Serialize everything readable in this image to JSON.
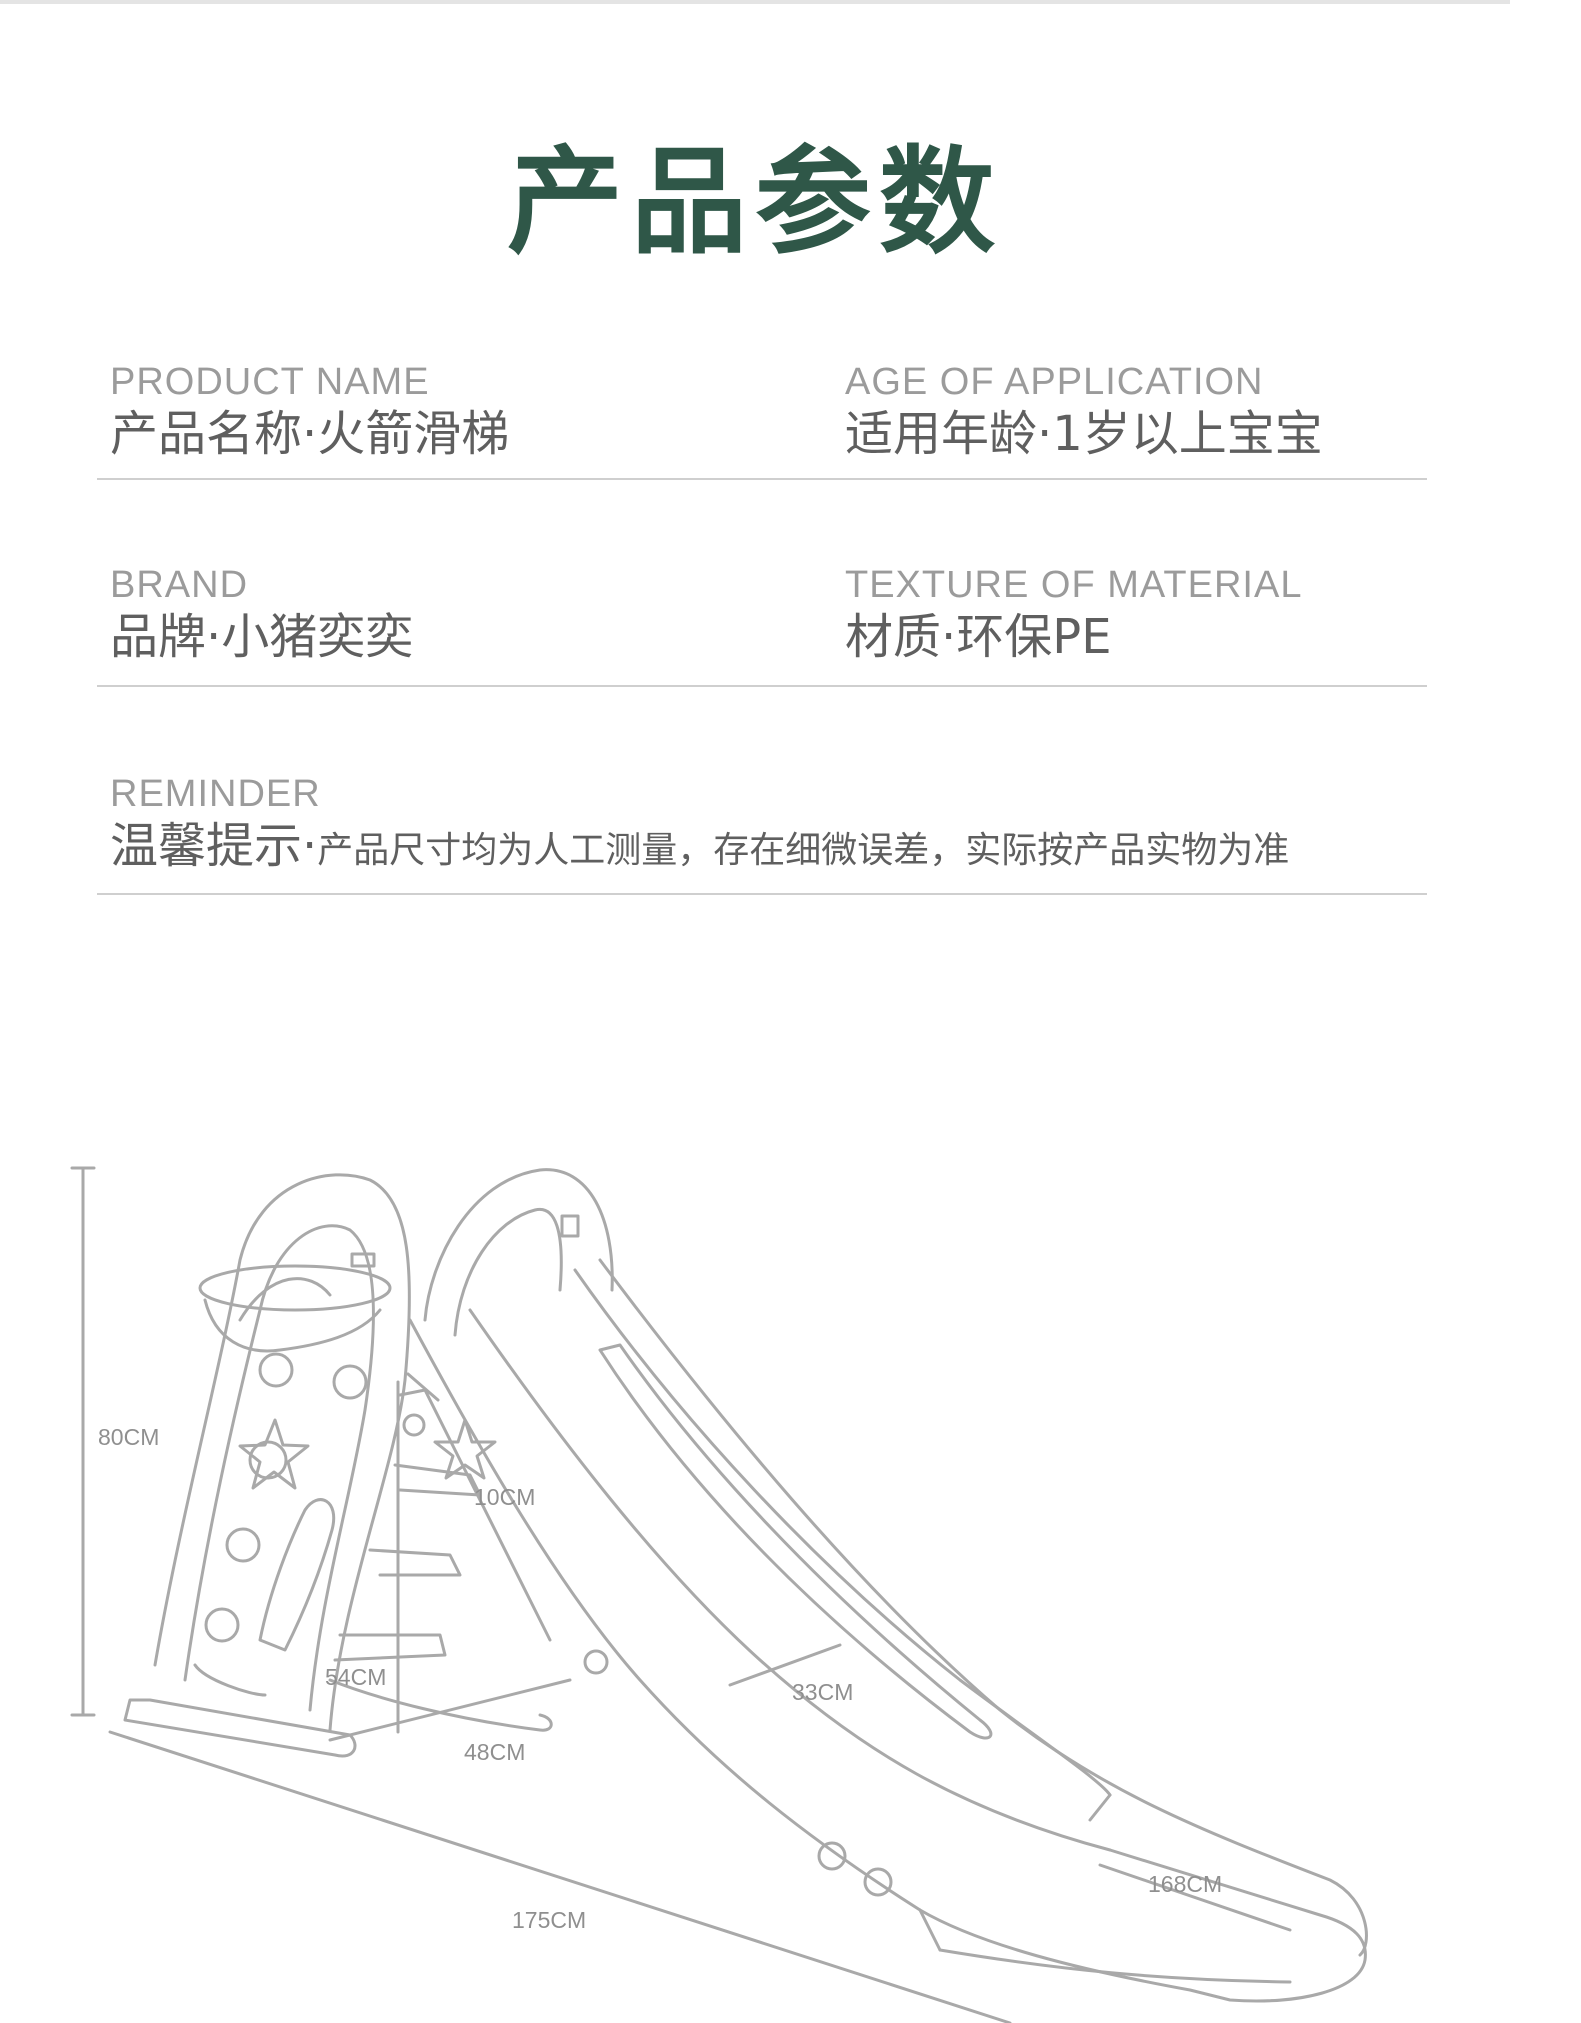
{
  "title": "产品参数",
  "params": [
    {
      "en": "PRODUCT NAME",
      "cn": "产品名称·火箭滑梯"
    },
    {
      "en": "AGE OF APPLICATION",
      "cn": "适用年龄·1岁以上宝宝"
    },
    {
      "en": "BRAND",
      "cn": "品牌·小猪奕奕"
    },
    {
      "en": "TEXTURE OF MATERIAL",
      "cn": "材质·环保PE"
    }
  ],
  "reminder": {
    "en": "REMINDER",
    "cn_label": "温馨提示·",
    "cn_text": "产品尺寸均为人工测量，存在细微误差，实际按产品实物为准"
  },
  "dimensions": {
    "height": "80CM",
    "step": "10CM",
    "depth": "54CM",
    "base_width": "48CM",
    "slide_width": "33CM",
    "slide_length": "168CM",
    "total_length": "175CM"
  },
  "colors": {
    "title": "#2f5748",
    "line_art": "#a9a9a9"
  }
}
